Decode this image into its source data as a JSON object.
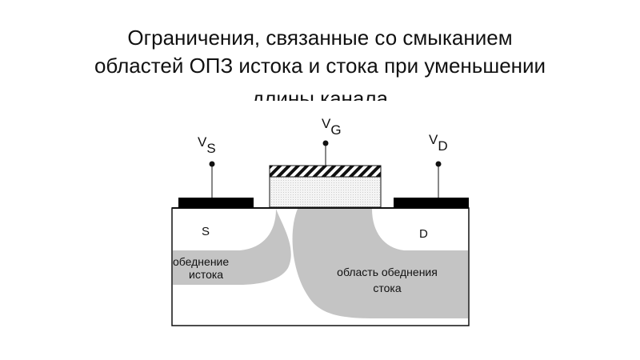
{
  "title": {
    "line1": "Ограничения, связанные со  смыканием",
    "line2": "областей ОПЗ истока и стока при уменьшении",
    "line3": "длины канала"
  },
  "diagram": {
    "vs": {
      "main": "V",
      "sub": "S"
    },
    "vg": {
      "main": "V",
      "sub": "G"
    },
    "vd": {
      "main": "V",
      "sub": "D"
    },
    "source_label": "S",
    "drain_label": "D",
    "source_depletion": [
      "обеднение",
      "истока"
    ],
    "drain_depletion": [
      "область обеднения",
      "стока"
    ],
    "colors": {
      "depletion": "#c4c4c4",
      "metal": "#000000"
    }
  }
}
